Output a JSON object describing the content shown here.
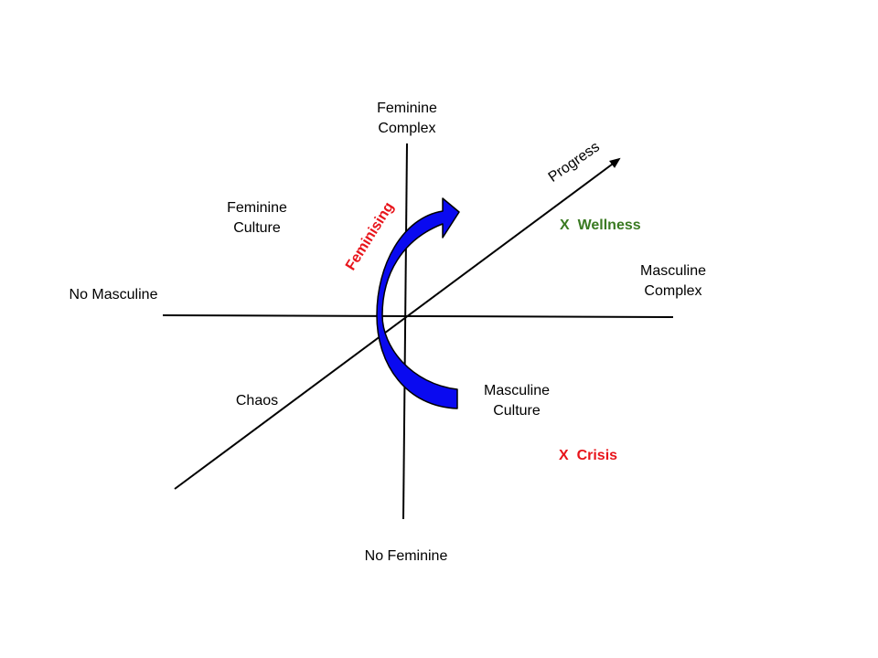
{
  "diagram": {
    "axes": {
      "vertical_top": [
        "Feminine",
        "Complex"
      ],
      "vertical_bottom": "No Feminine",
      "horizontal_left": "No Masculine",
      "horizontal_right": [
        "Masculine",
        "Complex"
      ],
      "diagonal_top": "Progress",
      "diagonal_bottom": "Chaos"
    },
    "quadrants": {
      "top_left": [
        "Feminine",
        "Culture"
      ],
      "bottom_right": [
        "Masculine",
        "Culture"
      ]
    },
    "markers": {
      "wellness": {
        "symbol": "X",
        "label": "Wellness",
        "color": "#3a7a22"
      },
      "crisis": {
        "symbol": "X",
        "label": "Crisis",
        "color": "#e8141b"
      }
    },
    "curved_arrow": {
      "label": "Feminising",
      "label_color": "#e8141b",
      "fill": "#0a0af0"
    }
  }
}
